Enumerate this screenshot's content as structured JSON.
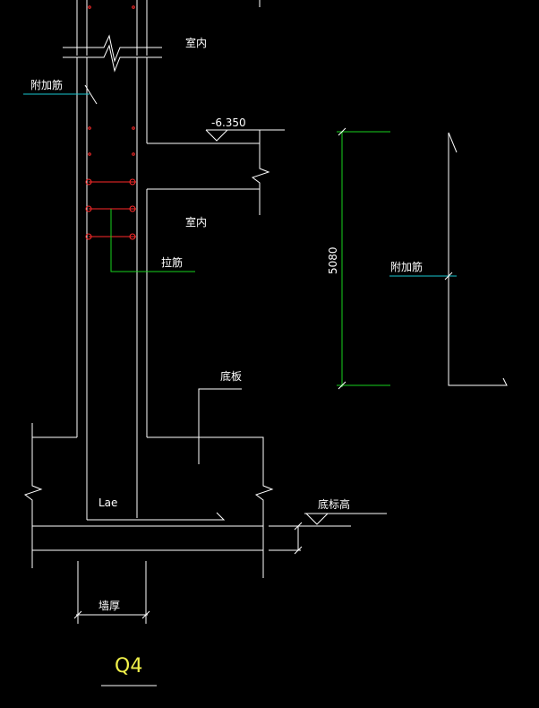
{
  "labels": {
    "indoor_top": "室内",
    "additional_rebar_left": "附加筋",
    "elevation_top": "-6.350",
    "indoor_mid": "室内",
    "tie_bar": "拉筋",
    "dimension_height": "5080",
    "additional_rebar_right": "附加筋",
    "bottom_slab": "底板",
    "lae": "Lae",
    "bottom_elevation": "底标高",
    "wall_thickness": "墙厚",
    "title": "Q4"
  },
  "colors": {
    "background": "#000000",
    "lines": "#ffffff",
    "rebar": "#ff2a2a",
    "dimension": "#19d21e",
    "leader": "#19c6cf",
    "title": "#f0f04a"
  }
}
